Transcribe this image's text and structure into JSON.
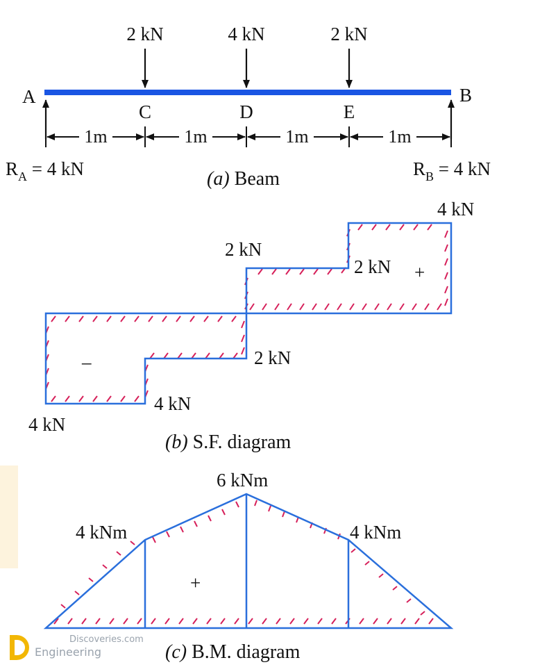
{
  "colors": {
    "beam": "#1a55e3",
    "outline": "#2a6fdc",
    "hatch": "#d6205a",
    "text": "#111111",
    "side_note": "#fdf3dd"
  },
  "beam": {
    "caption_prefix": "(a)",
    "caption": " Beam",
    "loads": [
      "2 kN",
      "4 kN",
      "2 kN"
    ],
    "supports": {
      "left_letter": "A",
      "right_letter": "B",
      "left_reaction": {
        "base": "R",
        "sub": "A",
        "value": " = 4 kN"
      },
      "right_reaction": {
        "base": "R",
        "sub": "B",
        "value": " = 4 kN"
      }
    },
    "points": [
      "C",
      "D",
      "E"
    ],
    "spans": [
      "1m",
      "1m",
      "1m",
      "1m"
    ]
  },
  "sf_diagram": {
    "caption_prefix": "(b)",
    "caption": " S.F. diagram",
    "labels": {
      "right_top": "4 kN",
      "mid_upper": "2 kN",
      "right_inner": "2 kN",
      "mid_lower": "2 kN",
      "left_inner": "4 kN",
      "left_bottom": "4 kN"
    },
    "signs": {
      "positive": "+",
      "negative": "–"
    }
  },
  "bm_diagram": {
    "caption_prefix": "(c)",
    "caption": " B.M. diagram",
    "labels": {
      "peak": "6 kNm",
      "left": "4 kNm",
      "right": "4 kNm"
    },
    "sign": "+"
  },
  "watermark": {
    "line1": "Discoveries.com",
    "line2": "Engineering"
  }
}
